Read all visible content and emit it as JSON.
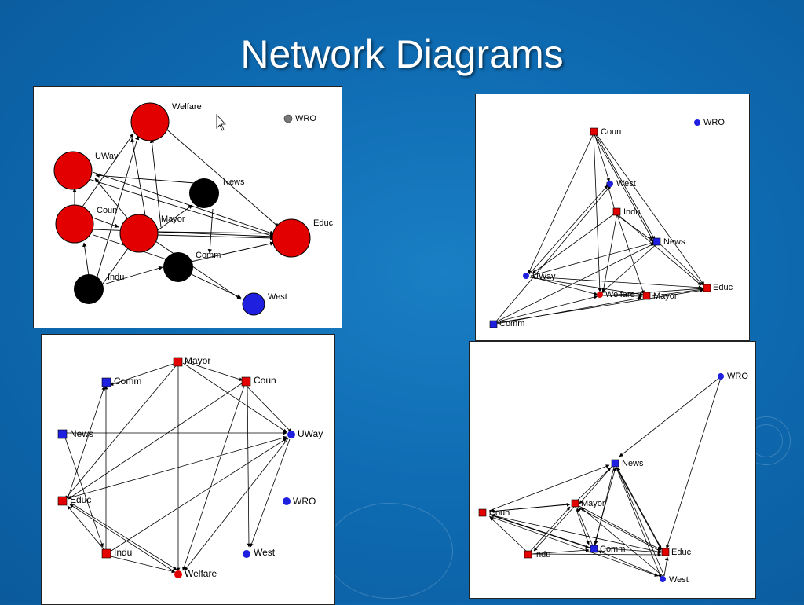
{
  "slide": {
    "title": "Network Diagrams"
  },
  "colors": {
    "background": "#0f6cb3",
    "red": "#e30000",
    "blue": "#1f1fe0",
    "black": "#000000",
    "gray": "#777777"
  },
  "diagrams": {
    "d1": {
      "labels": {
        "welfare": "Welfare",
        "wro": "WRO",
        "uway": "UWay",
        "news": "News",
        "coun": "Coun",
        "mayor": "Mayor",
        "educ": "Educ",
        "comm": "Comm",
        "indu": "Indu",
        "west": "West"
      }
    },
    "d2": {
      "labels": {
        "coun": "Coun",
        "wro": "WRO",
        "west": "West",
        "indu": "Indu",
        "news": "News",
        "uway": "UWay",
        "welfare": "Welfare",
        "mayor": "Mayor",
        "educ": "Educ",
        "comm": "Comm"
      }
    },
    "d3": {
      "labels": {
        "mayor": "Mayor",
        "comm": "Comm",
        "coun": "Coun",
        "news": "News",
        "uway": "UWay",
        "educ": "Educ",
        "wro": "WRO",
        "indu": "Indu",
        "west": "West",
        "welfare": "Welfare"
      }
    },
    "d4": {
      "labels": {
        "wro": "WRO",
        "news": "News",
        "mayor": "Mayor",
        "coun": "Coun",
        "comm": "Comm",
        "indu": "Indu",
        "educ": "Educ",
        "west": "West"
      }
    }
  }
}
